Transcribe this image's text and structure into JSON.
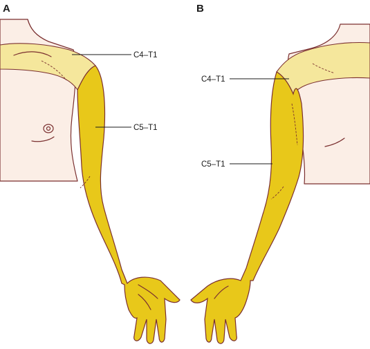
{
  "figure": {
    "panels": [
      {
        "id": "A",
        "letter": "A",
        "labels": {
          "upper": "C4–T1",
          "lower": "C5–T1"
        }
      },
      {
        "id": "B",
        "letter": "B",
        "labels": {
          "upper": "C4–T1",
          "lower": "C5–T1"
        }
      }
    ],
    "colors": {
      "skin": "#fbeee6",
      "outline": "#7a2f2f",
      "dermatome_c4_t1": "#f5e79c",
      "dermatome_c5_t1": "#e8c81a"
    }
  }
}
